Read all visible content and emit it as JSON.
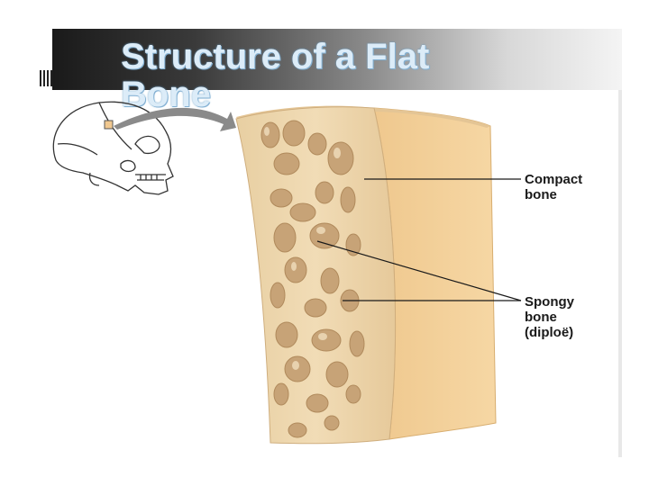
{
  "title": "Structure of a Flat Bone",
  "labels": {
    "compact": [
      "Compact",
      "bone"
    ],
    "spongy": [
      "Spongy",
      "bone",
      "(diploë)"
    ]
  },
  "colors": {
    "bone_face": "#ecd3a8",
    "bone_side": "#f2c98c",
    "bone_cavity": "#c6a47a",
    "skull_outline": "#333333",
    "title_text": "#dcecf8"
  }
}
